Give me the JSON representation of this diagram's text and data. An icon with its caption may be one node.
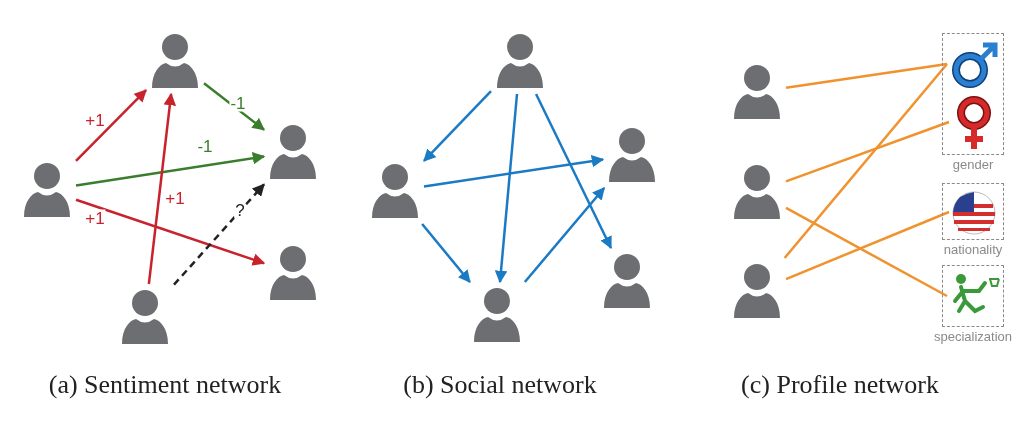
{
  "diagram": {
    "nodes": [
      {
        "text": [],
        "shape": "person"
      },
      {
        "text": [],
        "shape": "person"
      },
      {
        "text": [],
        "shape": "person"
      },
      {
        "text": [],
        "shape": "person"
      },
      {
        "text": [],
        "shape": "person"
      },
      {
        "text": [],
        "shape": "person"
      },
      {
        "text": [],
        "shape": "person"
      },
      {
        "text": [],
        "shape": "person"
      },
      {
        "text": [],
        "shape": "person"
      },
      {
        "text": [],
        "shape": "person"
      },
      {
        "text": [],
        "shape": "person"
      },
      {
        "text": [],
        "shape": "person"
      },
      {
        "text": [],
        "shape": "person"
      },
      {
        "text": [
          "gender"
        ]
      },
      {
        "text": [],
        "shape": "symbol",
        "in": 13
      },
      {
        "text": [],
        "shape": "symbol",
        "in": 13
      },
      {
        "text": [
          "nationality"
        ]
      },
      {
        "text": [],
        "shape": "picture",
        "in": 16
      },
      {
        "text": [
          "specialization"
        ]
      },
      {
        "text": [],
        "shape": "picture",
        "in": 18
      }
    ],
    "edges": [
      {
        "from": 0,
        "to": 1,
        "arrow": "to",
        "label": "+1",
        "color": "#c8232c"
      },
      {
        "from": 0,
        "to": 2,
        "arrow": "to",
        "label": "-1",
        "color": "#3a7d2c"
      },
      {
        "from": 0,
        "to": 3,
        "arrow": "to",
        "label": "+1",
        "color": "#c8232c"
      },
      {
        "from": 1,
        "to": 2,
        "arrow": "to",
        "label": "-1",
        "color": "#3a7d2c"
      },
      {
        "from": 4,
        "to": 1,
        "arrow": "to",
        "label": "+1",
        "color": "#c8232c"
      },
      {
        "from": 4,
        "to": 2,
        "arrow": "to",
        "label": "?",
        "style": "dashed",
        "color": "#222222"
      },
      {
        "from": 5,
        "to": 6,
        "arrow": "to"
      },
      {
        "from": 5,
        "to": 8,
        "arrow": "to"
      },
      {
        "from": 5,
        "to": 9,
        "arrow": "to"
      },
      {
        "from": 6,
        "to": 7,
        "arrow": "to"
      },
      {
        "from": 6,
        "to": 8,
        "arrow": "to"
      },
      {
        "from": 8,
        "to": 7,
        "arrow": "to"
      },
      {
        "from": 10,
        "to": 14,
        "arrow": "none",
        "color": "#f0922e"
      },
      {
        "from": 11,
        "to": 15,
        "arrow": "none",
        "color": "#f0922e"
      },
      {
        "from": 11,
        "to": 19,
        "arrow": "none",
        "color": "#f0922e"
      },
      {
        "from": 12,
        "to": 14,
        "arrow": "none",
        "color": "#f0922e"
      },
      {
        "from": 12,
        "to": 17,
        "arrow": "none",
        "color": "#f0922e"
      }
    ],
    "labels": [
      "(a) Sentiment network",
      "(b) Social network",
      "(c) Profile network"
    ]
  }
}
